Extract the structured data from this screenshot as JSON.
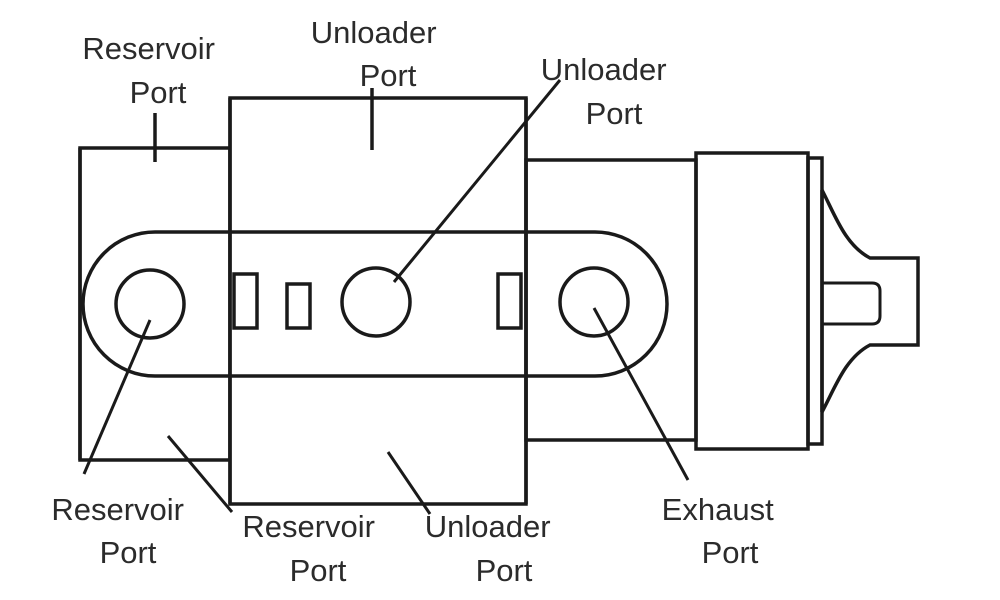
{
  "diagram": {
    "labels": {
      "reservoir_port_top": [
        "Reservoir",
        "Port"
      ],
      "unloader_port_top": [
        "Unloader",
        "Port"
      ],
      "unloader_port_right": [
        "Unloader",
        "Port"
      ],
      "reservoir_port_bottom_left": [
        "Reservoir",
        "Port"
      ],
      "reservoir_port_bottom_center": [
        "Reservoir",
        "Port"
      ],
      "unloader_port_bottom": [
        "Unloader",
        "Port"
      ],
      "exhaust_port": [
        "Exhaust",
        "Port"
      ]
    }
  }
}
